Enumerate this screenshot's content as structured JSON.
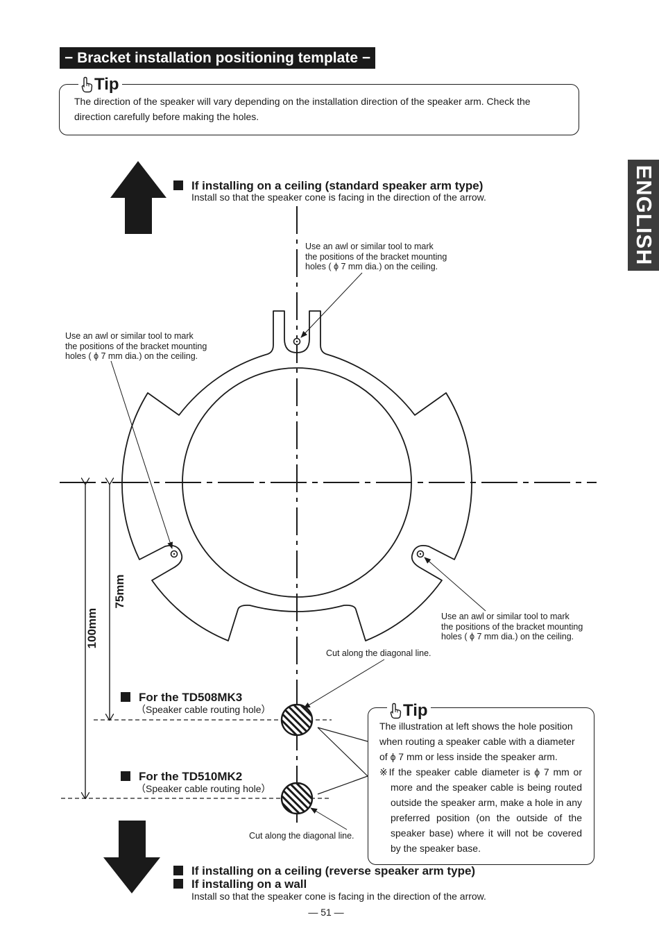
{
  "section_title": "− Bracket installation positioning template −",
  "side_tab": "ENGLISH",
  "tip_top": {
    "label": "Tip",
    "icon": "pointing-hand-icon",
    "text": "The direction of the speaker will vary depending on the installation direction of the speaker arm. Check the direction carefully before making the holes."
  },
  "ceiling_standard": {
    "heading": "If installing on a ceiling (standard speaker arm type)",
    "sub": "Install so that the speaker cone is facing in the direction of the arrow."
  },
  "awl_note": {
    "line1": "Use an awl or similar tool to mark",
    "line2": "the positions of the bracket mounting",
    "line3": "holes ( ϕ 7 mm dia.) on the ceiling."
  },
  "dimensions": {
    "outer": "100mm",
    "inner": "75mm"
  },
  "cut_note": "Cut along the diagonal line.",
  "td508": {
    "heading": "For the TD508MK3",
    "sub": "（Speaker cable routing hole）"
  },
  "td510": {
    "heading": "For the TD510MK2",
    "sub": "（Speaker cable routing hole）"
  },
  "tip_bottom": {
    "label": "Tip",
    "icon": "pointing-hand-icon",
    "para1": "The illustration at left shows the hole position when routing a speaker cable with a diameter of ϕ 7 mm or less inside the speaker arm.",
    "para2": "※If the speaker cable diameter is ϕ 7 mm or more and the speaker cable is being routed outside the speaker arm, make a hole in any preferred position (on the outside of the speaker base) where it will not be covered by the speaker base."
  },
  "ceiling_reverse": {
    "heading": "If installing on a ceiling (reverse speaker arm type)"
  },
  "wall": {
    "heading": "If installing on a wall",
    "sub": "Install so that the speaker cone is facing in the direction of the arrow."
  },
  "page_number": "― 51 ―"
}
